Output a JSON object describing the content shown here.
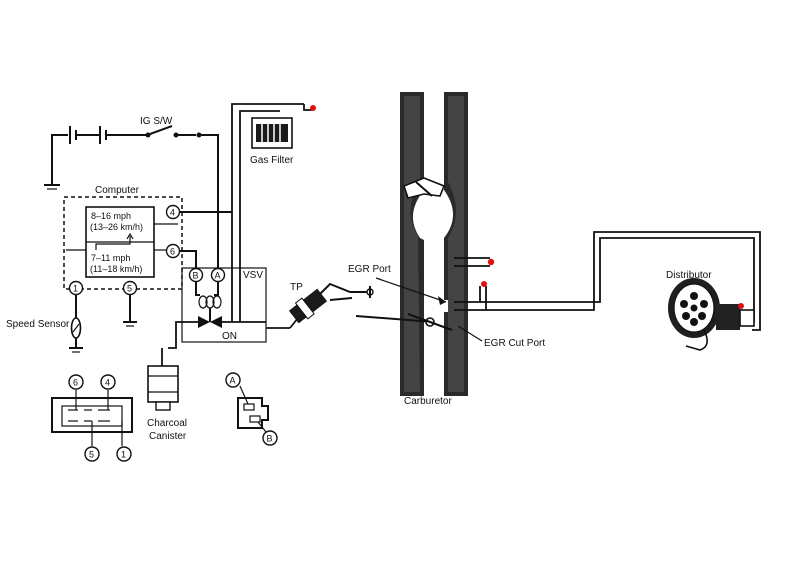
{
  "labels": {
    "ig_sw": "IG S/W",
    "gas_filter": "Gas Filter",
    "computer": "Computer",
    "range_high_mph": "8–16 mph",
    "range_high_kmh": "(13–26 km/h)",
    "range_low_mph": "7–11 mph",
    "range_low_kmh": "(11–18 km/h)",
    "vsv": "VSV",
    "on": "ON",
    "speed_sensor": "Speed Sensor",
    "charcoal_canister_1": "Charcoal",
    "charcoal_canister_2": "Canister",
    "tp": "TP",
    "egr_port": "EGR Port",
    "egr_cut_port": "EGR Cut Port",
    "carburetor": "Carburetor",
    "distributor": "Distributor"
  },
  "pins": {
    "p1": "1",
    "p4": "4",
    "p5": "5",
    "p6": "6",
    "pA": "A",
    "pB": "B"
  },
  "connector_large": {
    "top_left": "6",
    "top_right": "4",
    "bottom_left": "5",
    "bottom_right": "1"
  },
  "connector_small": {
    "top": "A",
    "bottom": "B"
  },
  "colors": {
    "line": "#111111",
    "marker": "#e01010",
    "background": "#ffffff"
  }
}
